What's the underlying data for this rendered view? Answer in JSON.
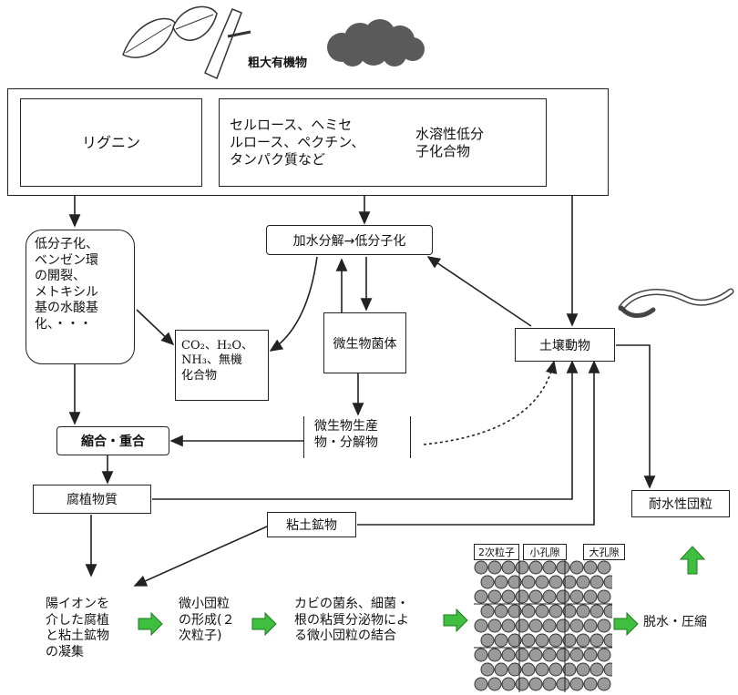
{
  "top": {
    "label": "粗大有機物"
  },
  "inputs": {
    "lignin": "リグニン",
    "polysaccharides": "セルロース、ヘミセ\nルロース、ペクチン、\nタンパク質など",
    "water_soluble": "水溶性低分\n子化合物"
  },
  "processes": {
    "lignin_breakdown": "低分子化、\nベンゼン環\nの開裂、\nメトキシル\n基の水酸基\n化、・・・",
    "hydrolysis": "加水分解→低分子化",
    "inorganic": "CO₂、H₂O、\nNH₃、無機\n化合物",
    "microbial_biomass": "微生物菌体",
    "soil_animals": "土壌動物",
    "microbial_products": "微生物生産\n物・分解物",
    "condensation": "縮合・重合",
    "humus": "腐植物質",
    "clay": "粘土鉱物",
    "water_stable": "耐水性団粒"
  },
  "bottom_row": {
    "step1": "陽イオンを\n介した腐植\nと粘土鉱物\nの凝集",
    "step2": "微小団粒\nの形成(２\n次粒子)",
    "step3": "カビの菌糸、細菌・\n根の粘質分泌物によ\nる微小団粒の結合",
    "step4": "脱水・圧縮"
  },
  "aggregate_labels": {
    "secondary": "2次粒子",
    "small_pore": "小孔隙",
    "large_pore": "大孔隙"
  },
  "colors": {
    "arrow_green": "#3fbf3f",
    "line": "#222222",
    "cloud": "#555555"
  }
}
